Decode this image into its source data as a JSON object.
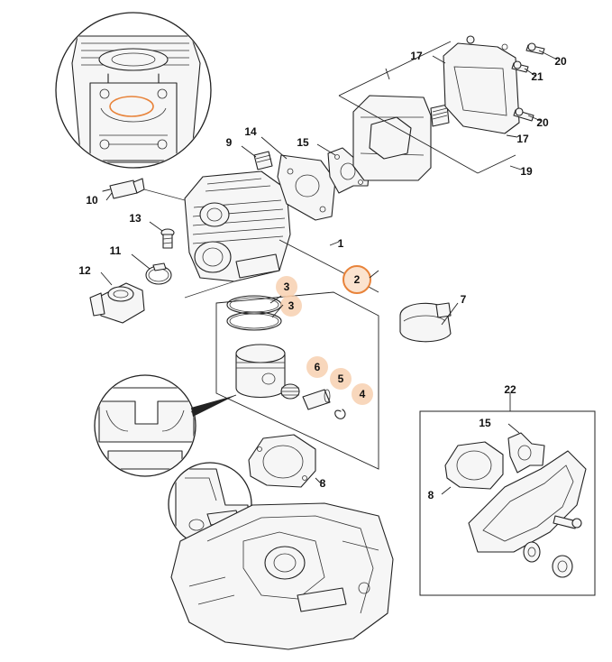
{
  "highlight_color": "#e8833a",
  "soft_highlight_color": "#f6c9a6",
  "callouts": [
    {
      "id": "c17a",
      "label": "17"
    },
    {
      "id": "c20a",
      "label": "20"
    },
    {
      "id": "c21",
      "label": "21"
    },
    {
      "id": "c20b",
      "label": "20"
    },
    {
      "id": "c17b",
      "label": "17"
    },
    {
      "id": "c19",
      "label": "19"
    },
    {
      "id": "c14",
      "label": "14"
    },
    {
      "id": "c9",
      "label": "9"
    },
    {
      "id": "c15a",
      "label": "15"
    },
    {
      "id": "c10",
      "label": "10"
    },
    {
      "id": "c13",
      "label": "13"
    },
    {
      "id": "c1",
      "label": "1"
    },
    {
      "id": "c11",
      "label": "11"
    },
    {
      "id": "c12",
      "label": "12"
    },
    {
      "id": "c2",
      "label": "2"
    },
    {
      "id": "c3a",
      "label": "3"
    },
    {
      "id": "c3b",
      "label": "3"
    },
    {
      "id": "c7",
      "label": "7"
    },
    {
      "id": "c6",
      "label": "6"
    },
    {
      "id": "c5",
      "label": "5"
    },
    {
      "id": "c4",
      "label": "4"
    },
    {
      "id": "c22",
      "label": "22"
    },
    {
      "id": "c15b",
      "label": "15"
    },
    {
      "id": "c8a",
      "label": "8"
    },
    {
      "id": "c8b",
      "label": "8"
    }
  ]
}
